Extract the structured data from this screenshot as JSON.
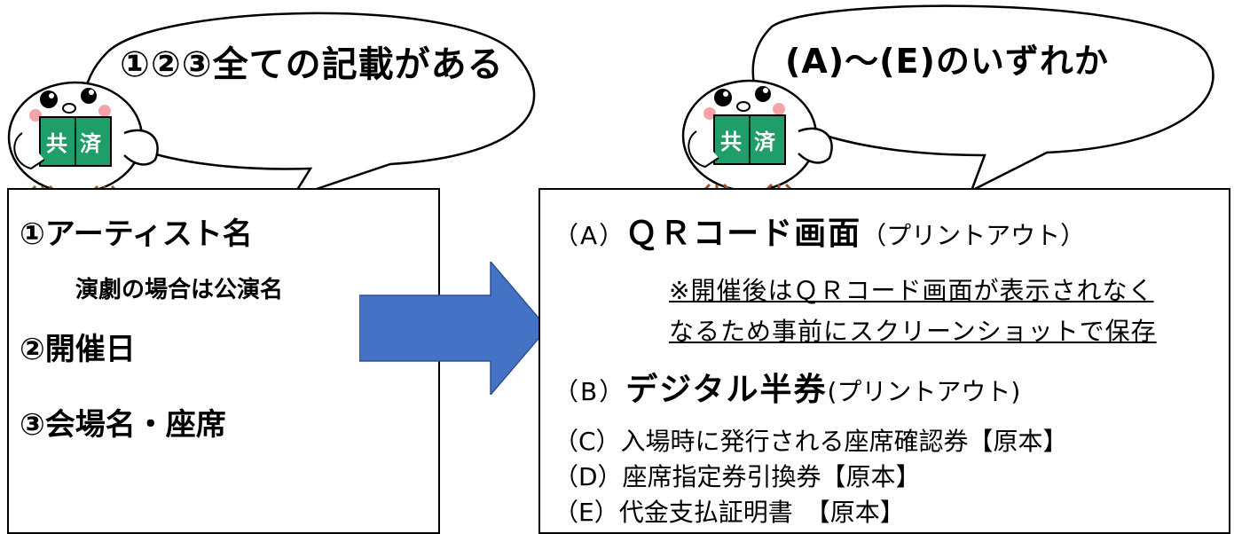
{
  "left_bubble": {
    "text": "①②③全ての記載がある"
  },
  "right_bubble": {
    "text": "(A)～(E)のいずれか"
  },
  "mascot": {
    "book_text": "共済",
    "book_color": "#1f9e6a"
  },
  "arrow": {
    "color": "#4472c4"
  },
  "left_box": {
    "item1": "①アーティスト名",
    "item1_note": "演劇の場合は公演名",
    "item2": "②開催日",
    "item3": "③会場名・座席"
  },
  "right_box": {
    "a_prefix": "（A）",
    "a_main": "ＱＲコード画面",
    "a_paren": "（プリントアウト）",
    "a_note1": "※開催後はＱＲコード画面が表示されなく",
    "a_note2": "なるため事前にスクリーンショットで保存",
    "b_prefix": "（B）",
    "b_main": "デジタル半券",
    "b_paren": "(プリントアウト)",
    "c_text": "（C）入場時に発行される座席確認券【原本】",
    "d_text": "（D）座席指定券引換券【原本】",
    "e_text": "（E）代金支払証明書　【原本】"
  }
}
